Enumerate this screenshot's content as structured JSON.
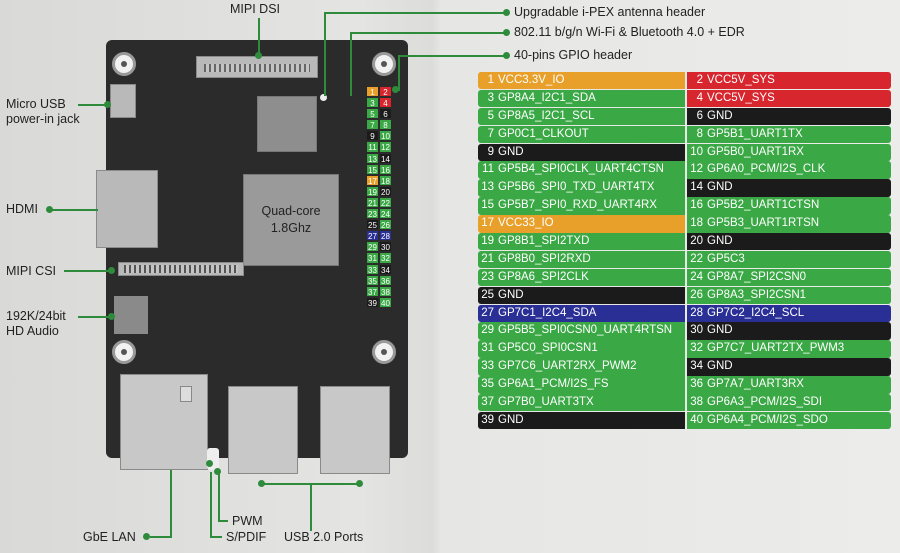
{
  "labels": {
    "mipi_dsi": "MIPI DSI",
    "micro_usb_1": "Micro USB",
    "micro_usb_2": "power-in jack",
    "hdmi": "HDMI",
    "mipi_csi": "MIPI CSI",
    "audio_1": "192K/24bit",
    "audio_2": "HD Audio",
    "gbe_lan": "GbE LAN",
    "pwm": "PWM",
    "spdif": "S/PDIF",
    "usb": "USB 2.0 Ports",
    "antenna": "Upgradable i-PEX antenna header",
    "wifi": "802.11 b/g/n Wi-Fi  & Bluetooth 4.0 + EDR",
    "gpio": "40-pins GPIO header",
    "soc_1": "Quad-core",
    "soc_2": "1.8Ghz"
  },
  "colors": {
    "orange": "#e8a02a",
    "red": "#d8262e",
    "green": "#3aa845",
    "black": "#1b1b1b",
    "blue": "#2a2f96",
    "accent_line": "#2e8b3c"
  },
  "pins": [
    {
      "num": "1",
      "name": "VCC3.3V_IO",
      "color": "orange"
    },
    {
      "num": "2",
      "name": "VCC5V_SYS",
      "color": "red"
    },
    {
      "num": "3",
      "name": "GP8A4_I2C1_SDA",
      "color": "green"
    },
    {
      "num": "4",
      "name": "VCC5V_SYS",
      "color": "red"
    },
    {
      "num": "5",
      "name": "GP8A5_I2C1_SCL",
      "color": "green"
    },
    {
      "num": "6",
      "name": "GND",
      "color": "black"
    },
    {
      "num": "7",
      "name": "GP0C1_CLKOUT",
      "color": "green"
    },
    {
      "num": "8",
      "name": "GP5B1_UART1TX",
      "color": "green"
    },
    {
      "num": "9",
      "name": "GND",
      "color": "black"
    },
    {
      "num": "10",
      "name": "GP5B0_UART1RX",
      "color": "green"
    },
    {
      "num": "11",
      "name": "GP5B4_SPI0CLK_UART4CTSN",
      "color": "green"
    },
    {
      "num": "12",
      "name": "GP6A0_PCM/I2S_CLK",
      "color": "green"
    },
    {
      "num": "13",
      "name": "GP5B6_SPI0_TXD_UART4TX",
      "color": "green"
    },
    {
      "num": "14",
      "name": "GND",
      "color": "black"
    },
    {
      "num": "15",
      "name": "GP5B7_SPI0_RXD_UART4RX",
      "color": "green"
    },
    {
      "num": "16",
      "name": "GP5B2_UART1CTSN",
      "color": "green"
    },
    {
      "num": "17",
      "name": "VCC33_IO",
      "color": "orange"
    },
    {
      "num": "18",
      "name": "GP5B3_UART1RTSN",
      "color": "green"
    },
    {
      "num": "19",
      "name": "GP8B1_SPI2TXD",
      "color": "green"
    },
    {
      "num": "20",
      "name": "GND",
      "color": "black"
    },
    {
      "num": "21",
      "name": "GP8B0_SPI2RXD",
      "color": "green"
    },
    {
      "num": "22",
      "name": "GP5C3",
      "color": "green"
    },
    {
      "num": "23",
      "name": "GP8A6_SPI2CLK",
      "color": "green"
    },
    {
      "num": "24",
      "name": "GP8A7_SPI2CSN0",
      "color": "green"
    },
    {
      "num": "25",
      "name": "GND",
      "color": "black"
    },
    {
      "num": "26",
      "name": "GP8A3_SPI2CSN1",
      "color": "green"
    },
    {
      "num": "27",
      "name": "GP7C1_I2C4_SDA",
      "color": "blue"
    },
    {
      "num": "28",
      "name": "GP7C2_I2C4_SCL",
      "color": "blue"
    },
    {
      "num": "29",
      "name": "GP5B5_SPI0CSN0_UART4RTSN",
      "color": "green"
    },
    {
      "num": "30",
      "name": "GND",
      "color": "black"
    },
    {
      "num": "31",
      "name": "GP5C0_SPI0CSN1",
      "color": "green"
    },
    {
      "num": "32",
      "name": "GP7C7_UART2TX_PWM3",
      "color": "green"
    },
    {
      "num": "33",
      "name": "GP7C6_UART2RX_PWM2",
      "color": "green"
    },
    {
      "num": "34",
      "name": "GND",
      "color": "black"
    },
    {
      "num": "35",
      "name": "GP6A1_PCM/I2S_FS",
      "color": "green"
    },
    {
      "num": "36",
      "name": "GP7A7_UART3RX",
      "color": "green"
    },
    {
      "num": "37",
      "name": "GP7B0_UART3TX",
      "color": "green"
    },
    {
      "num": "38",
      "name": "GP6A3_PCM/I2S_SDI",
      "color": "green"
    },
    {
      "num": "39",
      "name": "GND",
      "color": "black"
    },
    {
      "num": "40",
      "name": "GP6A4_PCM/I2S_SDO",
      "color": "green"
    }
  ]
}
